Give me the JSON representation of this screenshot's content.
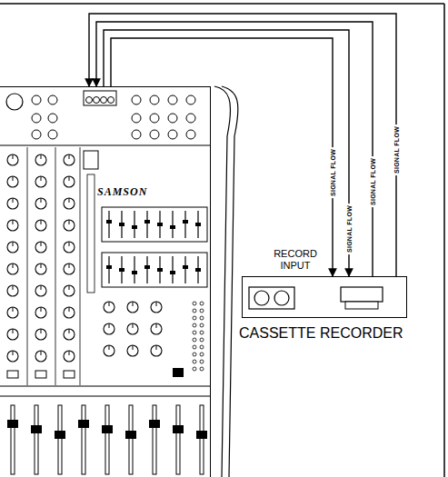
{
  "diagram": {
    "nodes": [
      {
        "text": [
          "SAMSON"
        ]
      },
      {
        "text": [
          "RECORD INPUT",
          "CASSETTE RECORDER"
        ]
      }
    ],
    "edges": [
      {
        "from": 0,
        "to": 1,
        "arrow": "to",
        "label": "SIGNAL FLOW"
      },
      {
        "from": 0,
        "to": 1,
        "arrow": "to",
        "label": "SIGNAL FLOW"
      },
      {
        "from": 1,
        "to": 0,
        "arrow": "to",
        "label": "SIGNAL FLOW"
      },
      {
        "from": 1,
        "to": 0,
        "arrow": "to",
        "label": "SIGNAL FLOW"
      }
    ]
  }
}
